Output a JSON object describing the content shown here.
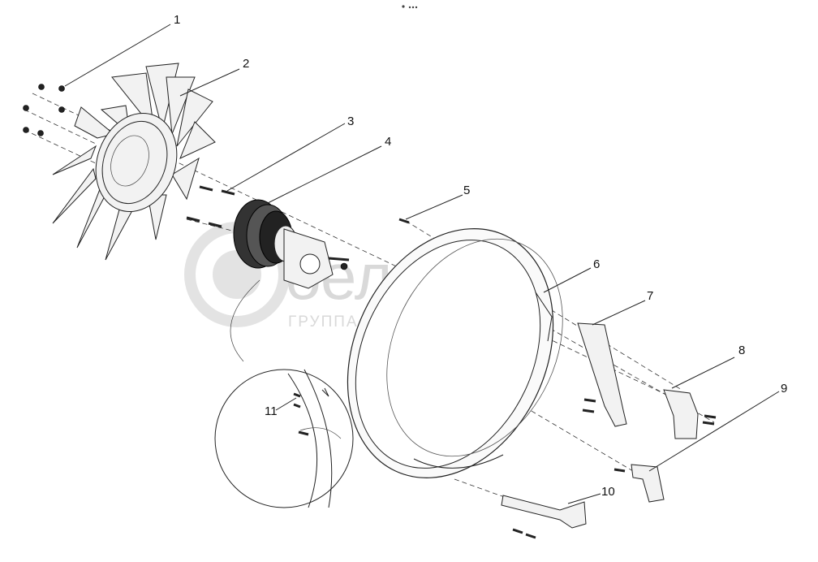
{
  "watermark": {
    "brand": "белдро",
    "subtitle": "ГРУППА КОМПАНИЙ"
  },
  "callouts": [
    {
      "id": "1",
      "label": "1"
    },
    {
      "id": "2",
      "label": "2"
    },
    {
      "id": "3",
      "label": "3"
    },
    {
      "id": "4",
      "label": "4"
    },
    {
      "id": "5",
      "label": "5"
    },
    {
      "id": "6",
      "label": "6"
    },
    {
      "id": "7",
      "label": "7"
    },
    {
      "id": "8",
      "label": "8"
    },
    {
      "id": "9",
      "label": "9"
    },
    {
      "id": "10",
      "label": "10"
    },
    {
      "id": "11",
      "label": "11"
    }
  ],
  "parts": [
    "fan-nut",
    "fan-impeller",
    "clutch-bolt",
    "viscous-fan-clutch",
    "shroud-screw",
    "fan-shroud",
    "shroud-bracket-upper",
    "mounting-bracket-right",
    "mounting-bracket-lower-right",
    "shroud-bracket-lower",
    "sensor-fastener"
  ]
}
